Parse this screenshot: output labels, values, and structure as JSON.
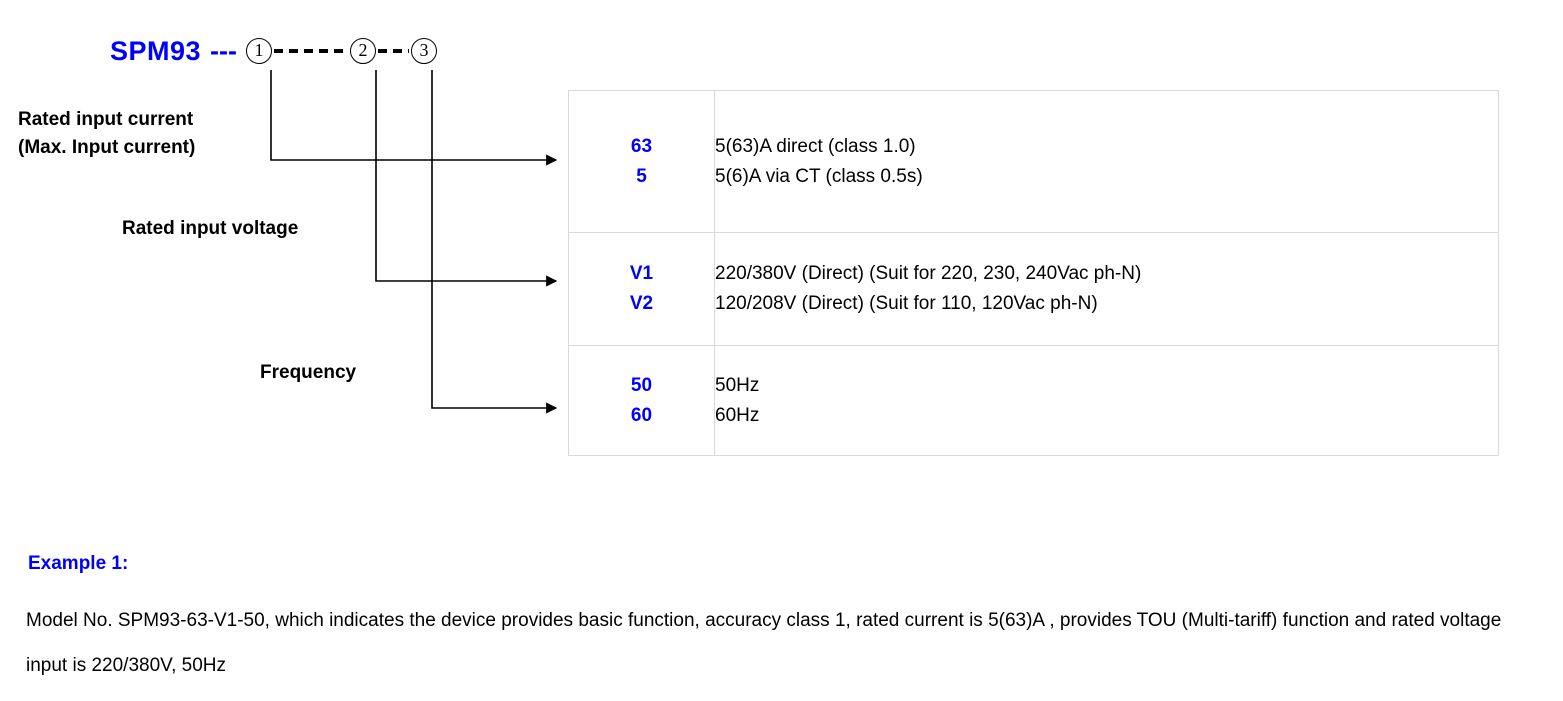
{
  "model": {
    "prefix": "SPM93",
    "separator": "---",
    "markers": [
      "1",
      "2",
      "3"
    ]
  },
  "labels": [
    {
      "id": "rated-input-current",
      "line1": "Rated input current",
      "line2": "(Max. Input current)"
    },
    {
      "id": "rated-input-voltage",
      "line1": "Rated input voltage",
      "line2": ""
    },
    {
      "id": "frequency",
      "line1": "Frequency",
      "line2": ""
    }
  ],
  "table": {
    "rows": [
      {
        "id": "rated-input-current",
        "entries": [
          {
            "code": "63",
            "desc": "5(63)A direct  (class 1.0)"
          },
          {
            "code": "5",
            "desc": "5(6)A via CT (class 0.5s)"
          }
        ]
      },
      {
        "id": "rated-input-voltage",
        "entries": [
          {
            "code": "V1",
            "desc": "220/380V (Direct)  (Suit for 220, 230, 240Vac ph-N)"
          },
          {
            "code": "V2",
            "desc": "120/208V (Direct)  (Suit for 110, 120Vac ph-N)"
          }
        ]
      },
      {
        "id": "frequency",
        "entries": [
          {
            "code": "50",
            "desc": "50Hz"
          },
          {
            "code": "60",
            "desc": "60Hz"
          }
        ]
      }
    ]
  },
  "example": {
    "title": "Example 1:",
    "body": "Model No. SPM93-63-V1-50, which indicates the device provides basic function, accuracy class 1, rated current is 5(63)A , provides TOU (Multi-tariff) function and rated voltage input is 220/380V, 50Hz"
  },
  "colors": {
    "accent_blue": "#0000ff",
    "text_black": "#000000",
    "table_border": "#d9d9d9",
    "background": "#ffffff"
  }
}
